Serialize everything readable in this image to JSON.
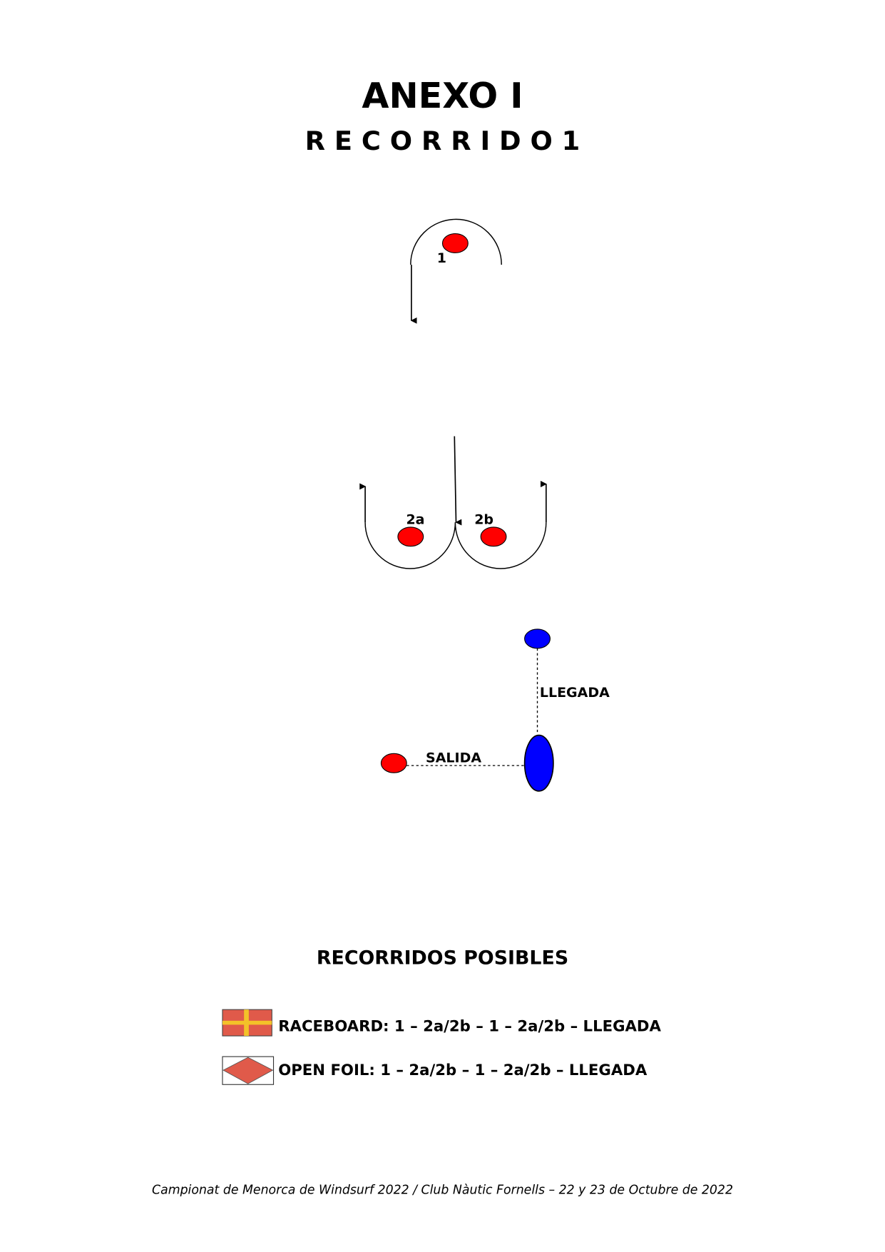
{
  "header": {
    "title": "ANEXO I",
    "subtitle": "R E C O R R I D O 1"
  },
  "diagram": {
    "marks": {
      "mark_1": "1",
      "mark_2a": "2a",
      "mark_2b": "2b"
    },
    "finish_label": "LLEGADA",
    "start_label": "SALIDA",
    "colors": {
      "mark_red": "#ff0000",
      "finish_blue": "#0000ff"
    }
  },
  "courses": {
    "heading": "RECORRIDOS POSIBLES",
    "items": [
      {
        "flag": "raceboard-flag-icon",
        "text": "RACEBOARD: 1 – 2a/2b – 1 – 2a/2b – LLEGADA"
      },
      {
        "flag": "open-foil-flag-icon",
        "text": "OPEN FOIL: 1 – 2a/2b – 1 – 2a/2b – LLEGADA"
      }
    ]
  },
  "footer": {
    "text": "Campionat de Menorca de Windsurf 2022 / Club Nàutic Fornells – 22 y 23 de Octubre de 2022"
  }
}
